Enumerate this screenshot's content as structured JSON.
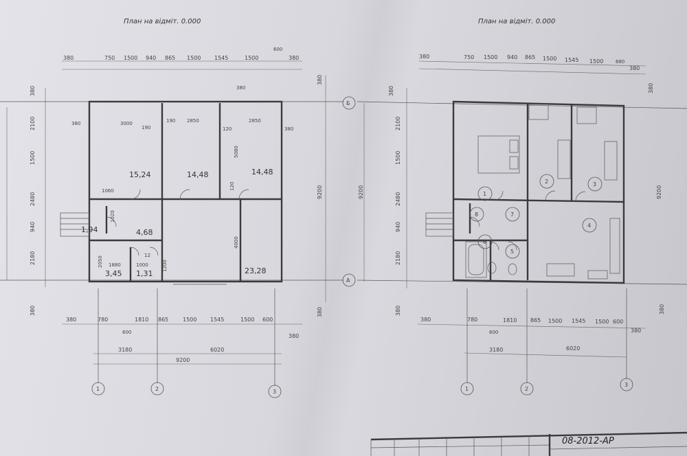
{
  "left_plan": {
    "title": "План на відміт. 0.000",
    "top_dims": [
      "380",
      "750",
      "1500",
      "940",
      "865",
      "1500",
      "1545",
      "1500",
      "380"
    ],
    "top_dim_extra": "600",
    "left_dims": [
      "380",
      "2100",
      "1500",
      "2480",
      "940",
      "2180",
      "380"
    ],
    "right_dims": [
      "380",
      "9200",
      "380"
    ],
    "inner_dims": [
      "380",
      "3000",
      "190",
      "190",
      "2850",
      "120",
      "2850",
      "380",
      "5080",
      "120",
      "1060",
      "1020",
      "4000",
      "2050",
      "1880",
      "1000",
      "12",
      "1200",
      "380"
    ],
    "areas": [
      "15,24",
      "14,48",
      "14,48",
      "1,94",
      "4,68",
      "3,45",
      "1,31",
      "23,28"
    ],
    "bottom_dims": [
      "380",
      "780",
      "1810",
      "865",
      "1500",
      "1545",
      "1500",
      "600",
      "380"
    ],
    "bottom_dim_extra": "600",
    "total_dims": [
      "3180",
      "6020",
      "9200"
    ],
    "axes": [
      "1",
      "2",
      "3"
    ],
    "row_axes": [
      "Б",
      "А"
    ]
  },
  "right_plan": {
    "title": "План на відміт. 0.000",
    "top_dims": [
      "380",
      "750",
      "1500",
      "940",
      "865",
      "1500",
      "1545",
      "1500",
      "680",
      "380"
    ],
    "left_dims": [
      "380",
      "2100",
      "1500",
      "2480",
      "940",
      "2180",
      "380"
    ],
    "right_dims": [
      "380",
      "9200",
      "380"
    ],
    "room_numbers": [
      "1",
      "2",
      "3",
      "4",
      "5",
      "6",
      "7",
      "8"
    ],
    "bottom_dims": [
      "380",
      "780",
      "1810",
      "865",
      "1500",
      "1545",
      "1500",
      "600",
      "380"
    ],
    "bottom_dim_extra": "600",
    "total_dims": [
      "3180",
      "6020"
    ],
    "axes": [
      "1",
      "2",
      "3"
    ]
  },
  "title_block": {
    "code": "08-2012-АР"
  }
}
